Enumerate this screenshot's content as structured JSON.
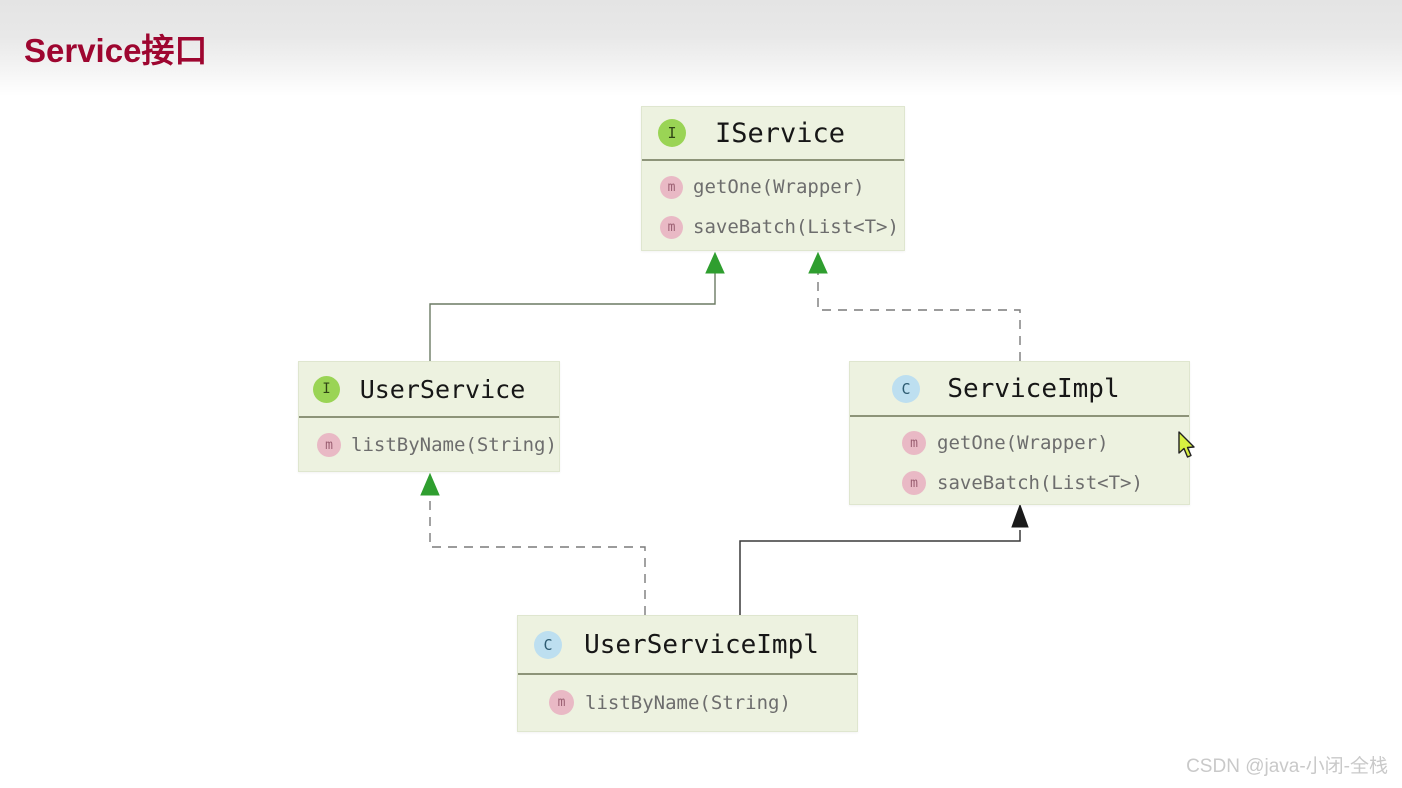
{
  "header": {
    "title": "Service接口",
    "title_color": "#9e0630"
  },
  "diagram": {
    "type": "uml-class-diagram",
    "box_fill": "#edf2e0",
    "interface_badge_color": "#9ad455",
    "class_badge_color": "#bddff0",
    "method_badge_color": "#e9b9c5",
    "arrow_green": "#2f9e2f",
    "arrow_black": "#1a1a1a",
    "classes": [
      {
        "id": "iservice",
        "name": "IService",
        "stereotype": "I",
        "kind": "interface",
        "methods": [
          {
            "badge": "m",
            "label": "getOne(Wrapper)"
          },
          {
            "badge": "m",
            "label": "saveBatch(List<T>)"
          }
        ]
      },
      {
        "id": "userservice",
        "name": "UserService",
        "stereotype": "I",
        "kind": "interface",
        "methods": [
          {
            "badge": "m",
            "label": "listByName(String)"
          }
        ]
      },
      {
        "id": "serviceimpl",
        "name": "ServiceImpl",
        "stereotype": "C",
        "kind": "class",
        "methods": [
          {
            "badge": "m",
            "label": "getOne(Wrapper)"
          },
          {
            "badge": "m",
            "label": "saveBatch(List<T>)"
          }
        ]
      },
      {
        "id": "userserviceimpl",
        "name": "UserServiceImpl",
        "stereotype": "C",
        "kind": "class",
        "methods": [
          {
            "badge": "m",
            "label": "listByName(String)"
          }
        ]
      }
    ],
    "relations": [
      {
        "from": "userservice",
        "to": "iservice",
        "style": "solid",
        "arrow": "green"
      },
      {
        "from": "serviceimpl",
        "to": "iservice",
        "style": "dashed",
        "arrow": "green"
      },
      {
        "from": "userserviceimpl",
        "to": "userservice",
        "style": "dashed",
        "arrow": "green"
      },
      {
        "from": "userserviceimpl",
        "to": "serviceimpl",
        "style": "solid",
        "arrow": "black"
      }
    ]
  },
  "watermark": {
    "text": "CSDN @java-小闭-全栈"
  }
}
